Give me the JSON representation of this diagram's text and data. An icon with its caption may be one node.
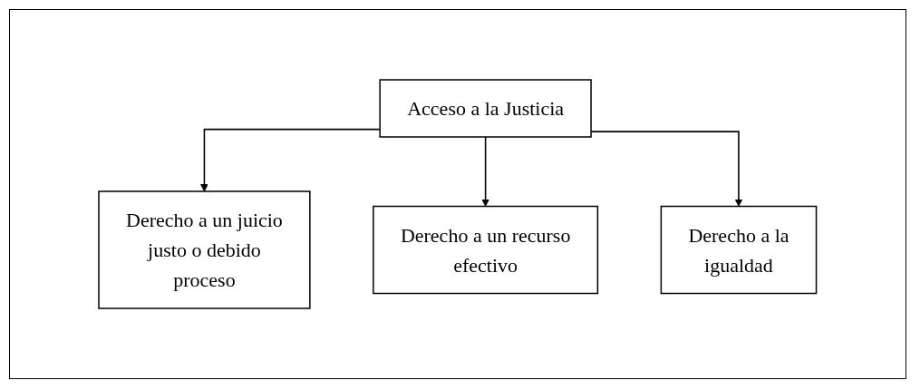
{
  "diagram": {
    "nodes": [
      {
        "text": [
          "Acceso a la Justicia"
        ]
      },
      {
        "text": [
          "Derecho a un juicio justo o debido proceso"
        ]
      },
      {
        "text": [
          "Derecho a un recurso efectivo"
        ]
      },
      {
        "text": [
          "Derecho a la igualdad"
        ]
      }
    ],
    "edges": [
      {
        "from": 0,
        "to": 1,
        "arrow": "to"
      },
      {
        "from": 0,
        "to": 2,
        "arrow": "to"
      },
      {
        "from": 0,
        "to": 3,
        "arrow": "to"
      }
    ]
  }
}
